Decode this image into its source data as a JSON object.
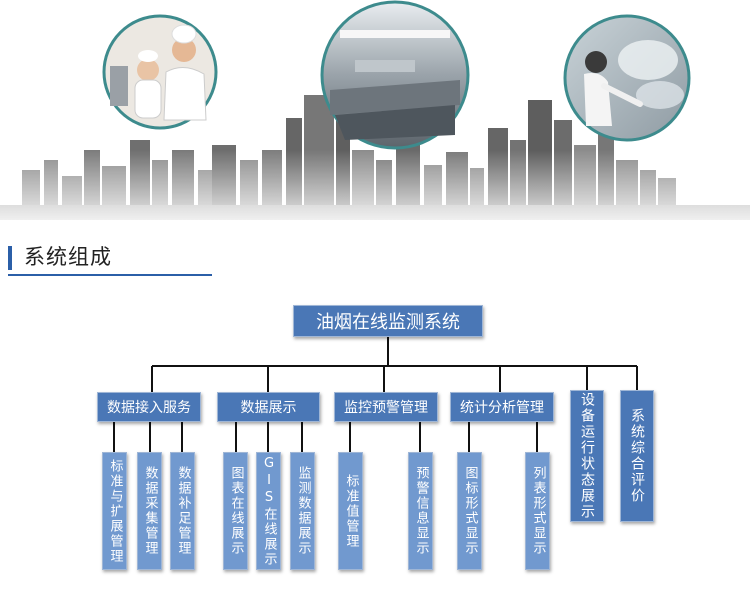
{
  "section": {
    "title": "系统组成"
  },
  "root": "油烟在线监测系统",
  "categories": [
    {
      "label": "数据接入服务",
      "children": [
        "标准与扩展管理",
        "数据采集管理",
        "数据补足管理"
      ]
    },
    {
      "label": "数据展示",
      "children": [
        "图表在线展示",
        "GIS在线展示",
        "监测数据展示"
      ]
    },
    {
      "label": "监控预警管理",
      "children": [
        "标准值管理",
        "预警信息显示"
      ]
    },
    {
      "label": "统计分析管理",
      "children": [
        "图标形式显示",
        "列表形式显示"
      ]
    },
    {
      "label": "设备运行状态展示",
      "children": []
    },
    {
      "label": "系统综合评价",
      "children": []
    }
  ],
  "colors": {
    "box": "#4a77b6",
    "sub_box": "#7199cf",
    "line": "#111111",
    "accent": "#2b5fa8"
  }
}
